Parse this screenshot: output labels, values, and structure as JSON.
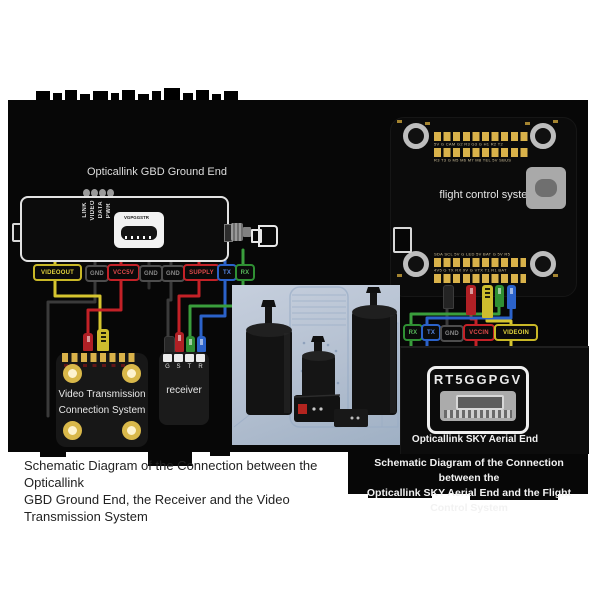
{
  "left": {
    "title": "Opticallink GBD Ground End",
    "device": {
      "leds": [
        "LINK",
        "VIDEO",
        "DATA",
        "PWR"
      ],
      "usb": "VGPGGSTR"
    },
    "pins": [
      {
        "t": "VIDEOOUT"
      },
      {
        "t": "GND"
      },
      {
        "t": "VCC5V"
      },
      {
        "t": "GND"
      },
      {
        "t": "GND"
      },
      {
        "t": "SUPPLY"
      },
      {
        "t": "TX"
      },
      {
        "t": "RX"
      }
    ],
    "video_box": {
      "line1": "Video Transmission",
      "line2": "Connection System"
    },
    "receiver": {
      "label": "receiver",
      "pins": [
        "G",
        "S",
        "T",
        "R"
      ]
    },
    "caption1": "Schematic Diagram of the Connection between the Opticallink",
    "caption2": "GBD Ground End, the Receiver and the Video Transmission System"
  },
  "right": {
    "fc_label": "flight control system",
    "pads_top1": "5V G CAM G2 R3 G3 G H1 R2 T2",
    "pads_top2": "R3 T3 G M5 M6 M7 M8 TEL 5V SBUS",
    "pads_bot1": "SDA SCL 5V G LED 5V BAT G 5V R5",
    "pads_bot2": "4V5 G TX RX 9V G VTX T1 R1 BAT",
    "pins": [
      {
        "t": "RX"
      },
      {
        "t": "TX"
      },
      {
        "t": "GND"
      },
      {
        "t": "VCCIN"
      },
      {
        "t": "VIDEOIN"
      }
    ],
    "sky": {
      "title": "RT5GGPGV",
      "caption": "Opticallink SKY Aerial End"
    },
    "caption1": "Schematic Diagram of the Connection between the",
    "caption2": "Opticallink SKY Aerial End and the Flight Control System"
  },
  "colors": {
    "backdrop": "#070707",
    "wire_yellow": "#d6c52f",
    "wire_red": "#c32127",
    "wire_green": "#3a9e3c",
    "wire_blue": "#2b62c9",
    "wire_dark": "#3a3a3a",
    "pad_gold": "#d9b24a",
    "photo_bg": "#b9c4d4"
  }
}
